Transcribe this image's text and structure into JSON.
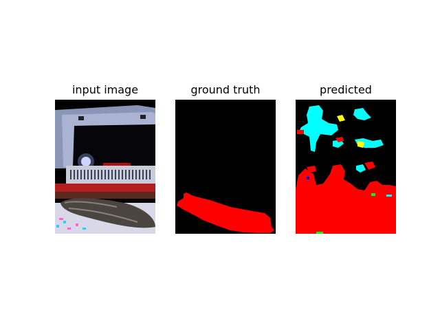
{
  "panels": [
    {
      "title": "input image"
    },
    {
      "title": "ground truth"
    },
    {
      "title": "predicted"
    }
  ],
  "colors": {
    "background": "#000000",
    "mask_class_red": "#ff0000",
    "mask_class_cyan": "#00ffff",
    "mask_class_yellow": "#ffff00",
    "mask_class_green": "#00ff00",
    "mask_class_blue": "#0000ff"
  }
}
